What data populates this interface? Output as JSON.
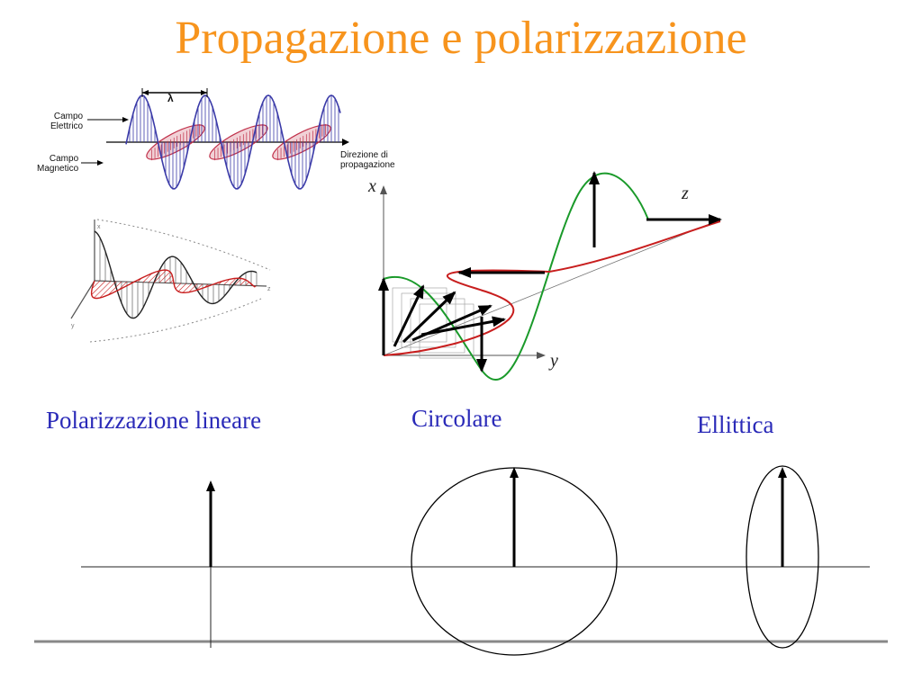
{
  "title": "Propagazione e polarizzazione",
  "em_wave": {
    "lambda": "λ",
    "electric_label": [
      "Campo",
      "Elettrico"
    ],
    "magnetic_label": [
      "Campo",
      "Magnetico"
    ],
    "direction_label": [
      "Direzione di",
      "propagazione"
    ]
  },
  "axes_3d": {
    "x": "x",
    "y": "y",
    "z": "z"
  },
  "damped_axes": {
    "x": "x",
    "y": "y",
    "z": "z"
  },
  "labels": {
    "linear": "Polarizzazione lineare",
    "circular": "Circolare",
    "elliptical": "Ellittica"
  },
  "colors": {
    "title": "#f7941d",
    "labels": "#2a2ab8",
    "electric": "#3a3aa8",
    "magnetic": "#c0304a",
    "green_wave": "#1a9a2a",
    "red_wave": "#c81e1e"
  }
}
